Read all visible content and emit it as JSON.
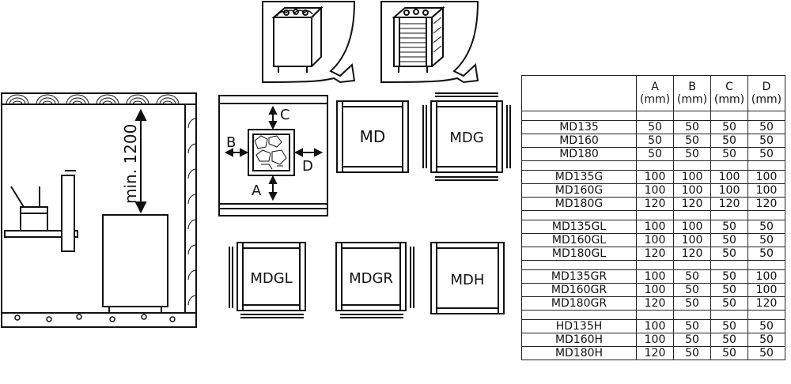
{
  "clearance_label": "min. 1200",
  "top_view_labels": {
    "a": "A",
    "b": "B",
    "c": "C",
    "d": "D"
  },
  "models": [
    "MD",
    "MDG",
    "MDGL",
    "MDGR",
    "MDH"
  ],
  "table": {
    "headers": [
      {
        "letter": "",
        "unit": ""
      },
      {
        "letter": "A",
        "unit": "(mm)"
      },
      {
        "letter": "B",
        "unit": "(mm)"
      },
      {
        "letter": "C",
        "unit": "(mm)"
      },
      {
        "letter": "D",
        "unit": "(mm)"
      }
    ],
    "groups": [
      [
        [
          "MD135",
          "50",
          "50",
          "50",
          "50"
        ],
        [
          "MD160",
          "50",
          "50",
          "50",
          "50"
        ],
        [
          "MD180",
          "50",
          "50",
          "50",
          "50"
        ]
      ],
      [
        [
          "MD135G",
          "100",
          "100",
          "100",
          "100"
        ],
        [
          "MD160G",
          "100",
          "100",
          "100",
          "100"
        ],
        [
          "MD180G",
          "120",
          "120",
          "120",
          "120"
        ]
      ],
      [
        [
          "MD135GL",
          "100",
          "100",
          "50",
          "50"
        ],
        [
          "MD160GL",
          "100",
          "100",
          "50",
          "50"
        ],
        [
          "MD180GL",
          "120",
          "120",
          "50",
          "50"
        ]
      ],
      [
        [
          "MD135GR",
          "100",
          "50",
          "50",
          "100"
        ],
        [
          "MD160GR",
          "100",
          "50",
          "50",
          "100"
        ],
        [
          "MD180GR",
          "120",
          "50",
          "50",
          "120"
        ]
      ],
      [
        [
          "HD135H",
          "100",
          "50",
          "50",
          "50"
        ],
        [
          "MD160H",
          "100",
          "50",
          "50",
          "50"
        ],
        [
          "MD180H",
          "120",
          "50",
          "50",
          "50"
        ]
      ]
    ]
  }
}
